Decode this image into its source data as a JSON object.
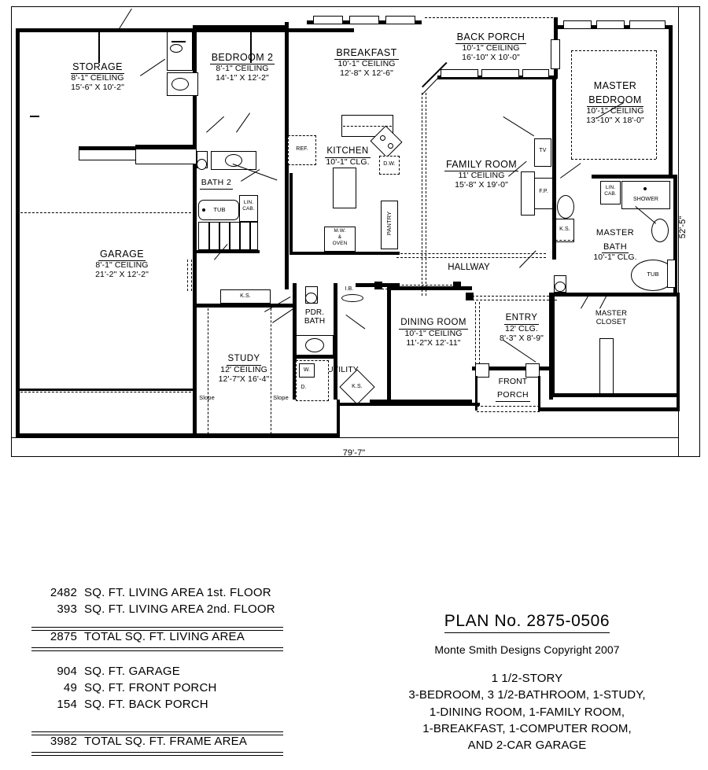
{
  "document": {
    "type": "architectural-floor-plan",
    "sheet_title": "PLAN No. 2875-0506",
    "copyright": "Monte Smith Designs Copyright 2007"
  },
  "overall_dimensions": {
    "width_label": "79'-7\"",
    "height_label": "52'-5\""
  },
  "rooms": [
    {
      "key": "storage",
      "name": "STORAGE",
      "ceiling": "8'-1\" CEILING",
      "size": "15'-6\" X 10'-2\""
    },
    {
      "key": "bedroom2",
      "name": "BEDROOM 2",
      "ceiling": "8'-1\" CEILING",
      "size": "14'-1\" X 12'-2\""
    },
    {
      "key": "breakfast",
      "name": "BREAKFAST",
      "ceiling": "10'-1\" CEILING",
      "size": "12'-8\" X 12'-6\""
    },
    {
      "key": "back_porch",
      "name": "BACK PORCH",
      "ceiling": "10'-1\" CEILING",
      "size": "16'-10\" X 10'-0\""
    },
    {
      "key": "master_bedroom",
      "name": "MASTER BEDROOM",
      "ceiling": "10'-1\" CEILING",
      "size": "13'-10\" X 18'-0\""
    },
    {
      "key": "kitchen",
      "name": "KITCHEN",
      "ceiling": "10'-1\" CLG.",
      "size": ""
    },
    {
      "key": "family_room",
      "name": "FAMILY ROOM",
      "ceiling": "11' CEILING",
      "size": "15'-8\" X 19'-0\""
    },
    {
      "key": "garage",
      "name": "GARAGE",
      "ceiling": "8'-1\" CEILING",
      "size": "21'-2\" X 12'-2\""
    },
    {
      "key": "master_bath",
      "name": "MASTER BATH",
      "ceiling": "10'-1\" CLG.",
      "size": ""
    },
    {
      "key": "study",
      "name": "STUDY",
      "ceiling": "12' CEILING",
      "size": "12'-7\"X 16'-4\""
    },
    {
      "key": "dining_room",
      "name": "DINING ROOM",
      "ceiling": "10'-1\" CEILING",
      "size": "11'-2\"X 12'-11\""
    },
    {
      "key": "entry",
      "name": "ENTRY",
      "ceiling": "12' CLG.",
      "size": "8'-3\" X 8'-9\""
    },
    {
      "key": "front_porch",
      "name": "FRONT PORCH",
      "ceiling": "",
      "size": ""
    },
    {
      "key": "bath2",
      "name": "BATH 2",
      "ceiling": "",
      "size": ""
    },
    {
      "key": "pdr_bath",
      "name": "PDR. BATH",
      "ceiling": "",
      "size": ""
    },
    {
      "key": "utility",
      "name": "UTILITY",
      "ceiling": "",
      "size": ""
    },
    {
      "key": "hallway",
      "name": "HALLWAY",
      "ceiling": "",
      "size": ""
    },
    {
      "key": "master_closet",
      "name": "MASTER CLOSET",
      "ceiling": "",
      "size": ""
    }
  ],
  "room_names": {
    "storage": "STORAGE",
    "bedroom2": "BEDROOM 2",
    "breakfast": "BREAKFAST",
    "back_porch": "BACK PORCH",
    "master_bedroom_l1": "MASTER",
    "master_bedroom_l2": "BEDROOM",
    "kitchen": "KITCHEN",
    "family_room": "FAMILY ROOM",
    "garage": "GARAGE",
    "master_bath_l1": "MASTER",
    "master_bath_l2": "BATH",
    "study": "STUDY",
    "dining_room": "DINING ROOM",
    "entry": "ENTRY",
    "front_porch_l1": "FRONT",
    "front_porch_l2": "PORCH",
    "bath2": "BATH 2",
    "pdr_bath_l1": "PDR.",
    "pdr_bath_l2": "BATH",
    "utility": "UTILITY",
    "hallway": "HALLWAY",
    "master_closet_l1": "MASTER",
    "master_closet_l2": "CLOSET"
  },
  "room_ceilings": {
    "storage": "8'-1\" CEILING",
    "bedroom2": "8'-1\" CEILING",
    "breakfast": "10'-1\" CEILING",
    "back_porch": "10'-1\" CEILING",
    "master_bedroom": "10'-1\" CEILING",
    "kitchen": "10'-1\" CLG.",
    "family_room": "11' CEILING",
    "garage": "8'-1\" CEILING",
    "master_bath": "10'-1\" CLG.",
    "study": "12' CEILING",
    "dining_room": "10'-1\" CEILING",
    "entry": "12' CLG."
  },
  "room_sizes": {
    "storage": "15'-6\" X 10'-2\"",
    "bedroom2": "14'-1\" X 12'-2\"",
    "breakfast": "12'-8\" X 12'-6\"",
    "back_porch": "16'-10\" X 10'-0\"",
    "master_bedroom": "13'-10\" X 18'-0\"",
    "family_room": "15'-8\" X 19'-0\"",
    "garage": "21'-2\" X 12'-2\"",
    "study": "12'-7\"X 16'-4\"",
    "dining_room": "11'-2\"X 12'-11\"",
    "entry": "8'-3\" X 8'-9\""
  },
  "fixtures": {
    "ref": "REF.",
    "dw": "D.W.",
    "pantry": "PANTRY",
    "mw_oven_l1": "M.W.",
    "mw_oven_l2": "&",
    "mw_oven_l3": "OVEN",
    "tv": "TV",
    "fp": "F.P.",
    "ks_family": "K.S.",
    "ks_garage": "K.S.",
    "ks_study": "K.S.",
    "ks_utility": "K.S.",
    "lin_cab_bath2_l1": "LIN.",
    "lin_cab_bath2_l2": "CAB.",
    "lin_cab_master_l1": "LIN.",
    "lin_cab_master_l2": "CAB.",
    "shower": "SHOWER",
    "tub_bath2": "TUB",
    "tub_master": "TUB",
    "washer": "W.",
    "dryer": "D.",
    "ib": "I.B.",
    "slope_left": "Slope",
    "slope_right": "Slope"
  },
  "legend_left": {
    "rows_top": [
      {
        "num": "2482",
        "text": "SQ. FT. LIVING AREA 1st. FLOOR"
      },
      {
        "num": "393",
        "text": "SQ. FT. LIVING AREA 2nd. FLOOR"
      }
    ],
    "total_living": {
      "num": "2875",
      "text": "TOTAL SQ. FT. LIVING AREA"
    },
    "rows_mid": [
      {
        "num": "904",
        "text": "SQ. FT. GARAGE"
      },
      {
        "num": "49",
        "text": "SQ. FT. FRONT PORCH"
      },
      {
        "num": "154",
        "text": "SQ. FT. BACK PORCH"
      }
    ],
    "total_frame": {
      "num": "3982",
      "text": "TOTAL SQ. FT. FRAME AREA"
    }
  },
  "legend_right": {
    "plan_no": "PLAN No. 2875-0506",
    "copyright": "Monte Smith Designs Copyright 2007",
    "description_lines": [
      "1 1/2-STORY",
      "3-BEDROOM, 3 1/2-BATHROOM, 1-STUDY,",
      "1-DINING ROOM, 1-FAMILY ROOM,",
      "1-BREAKFAST, 1-COMPUTER ROOM,",
      "AND 2-CAR GARAGE"
    ]
  },
  "colors": {
    "ink": "#000000",
    "paper": "#ffffff"
  }
}
